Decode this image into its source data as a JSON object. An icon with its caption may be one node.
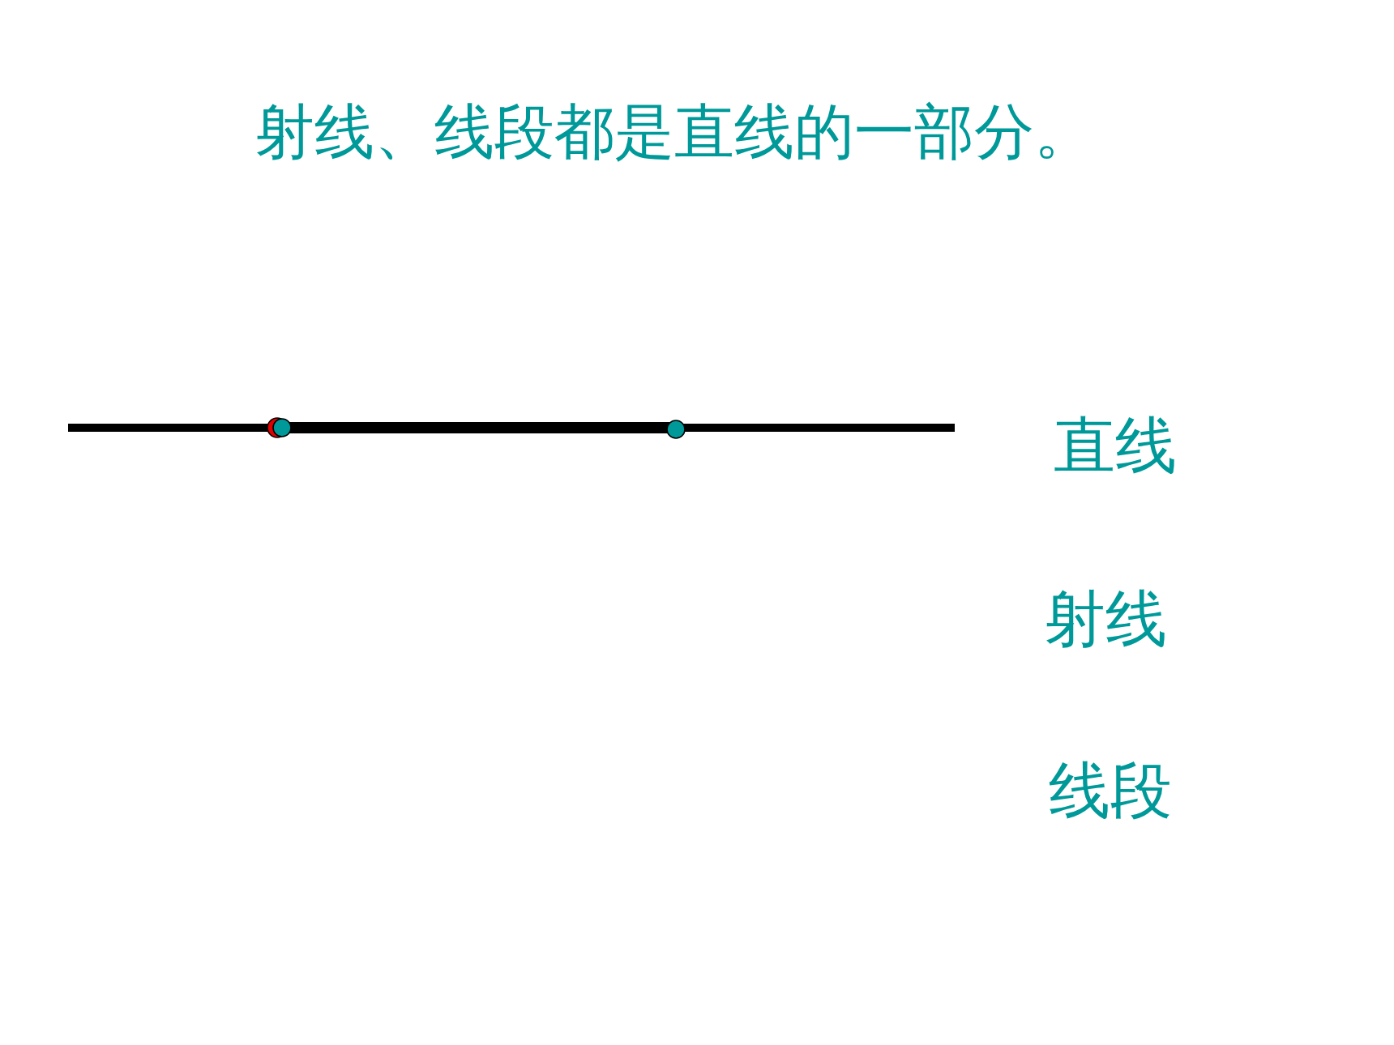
{
  "diagram": {
    "title": "射线、线段都是直线的一部分。",
    "labels": [
      "直线",
      "射线",
      "线段"
    ]
  }
}
